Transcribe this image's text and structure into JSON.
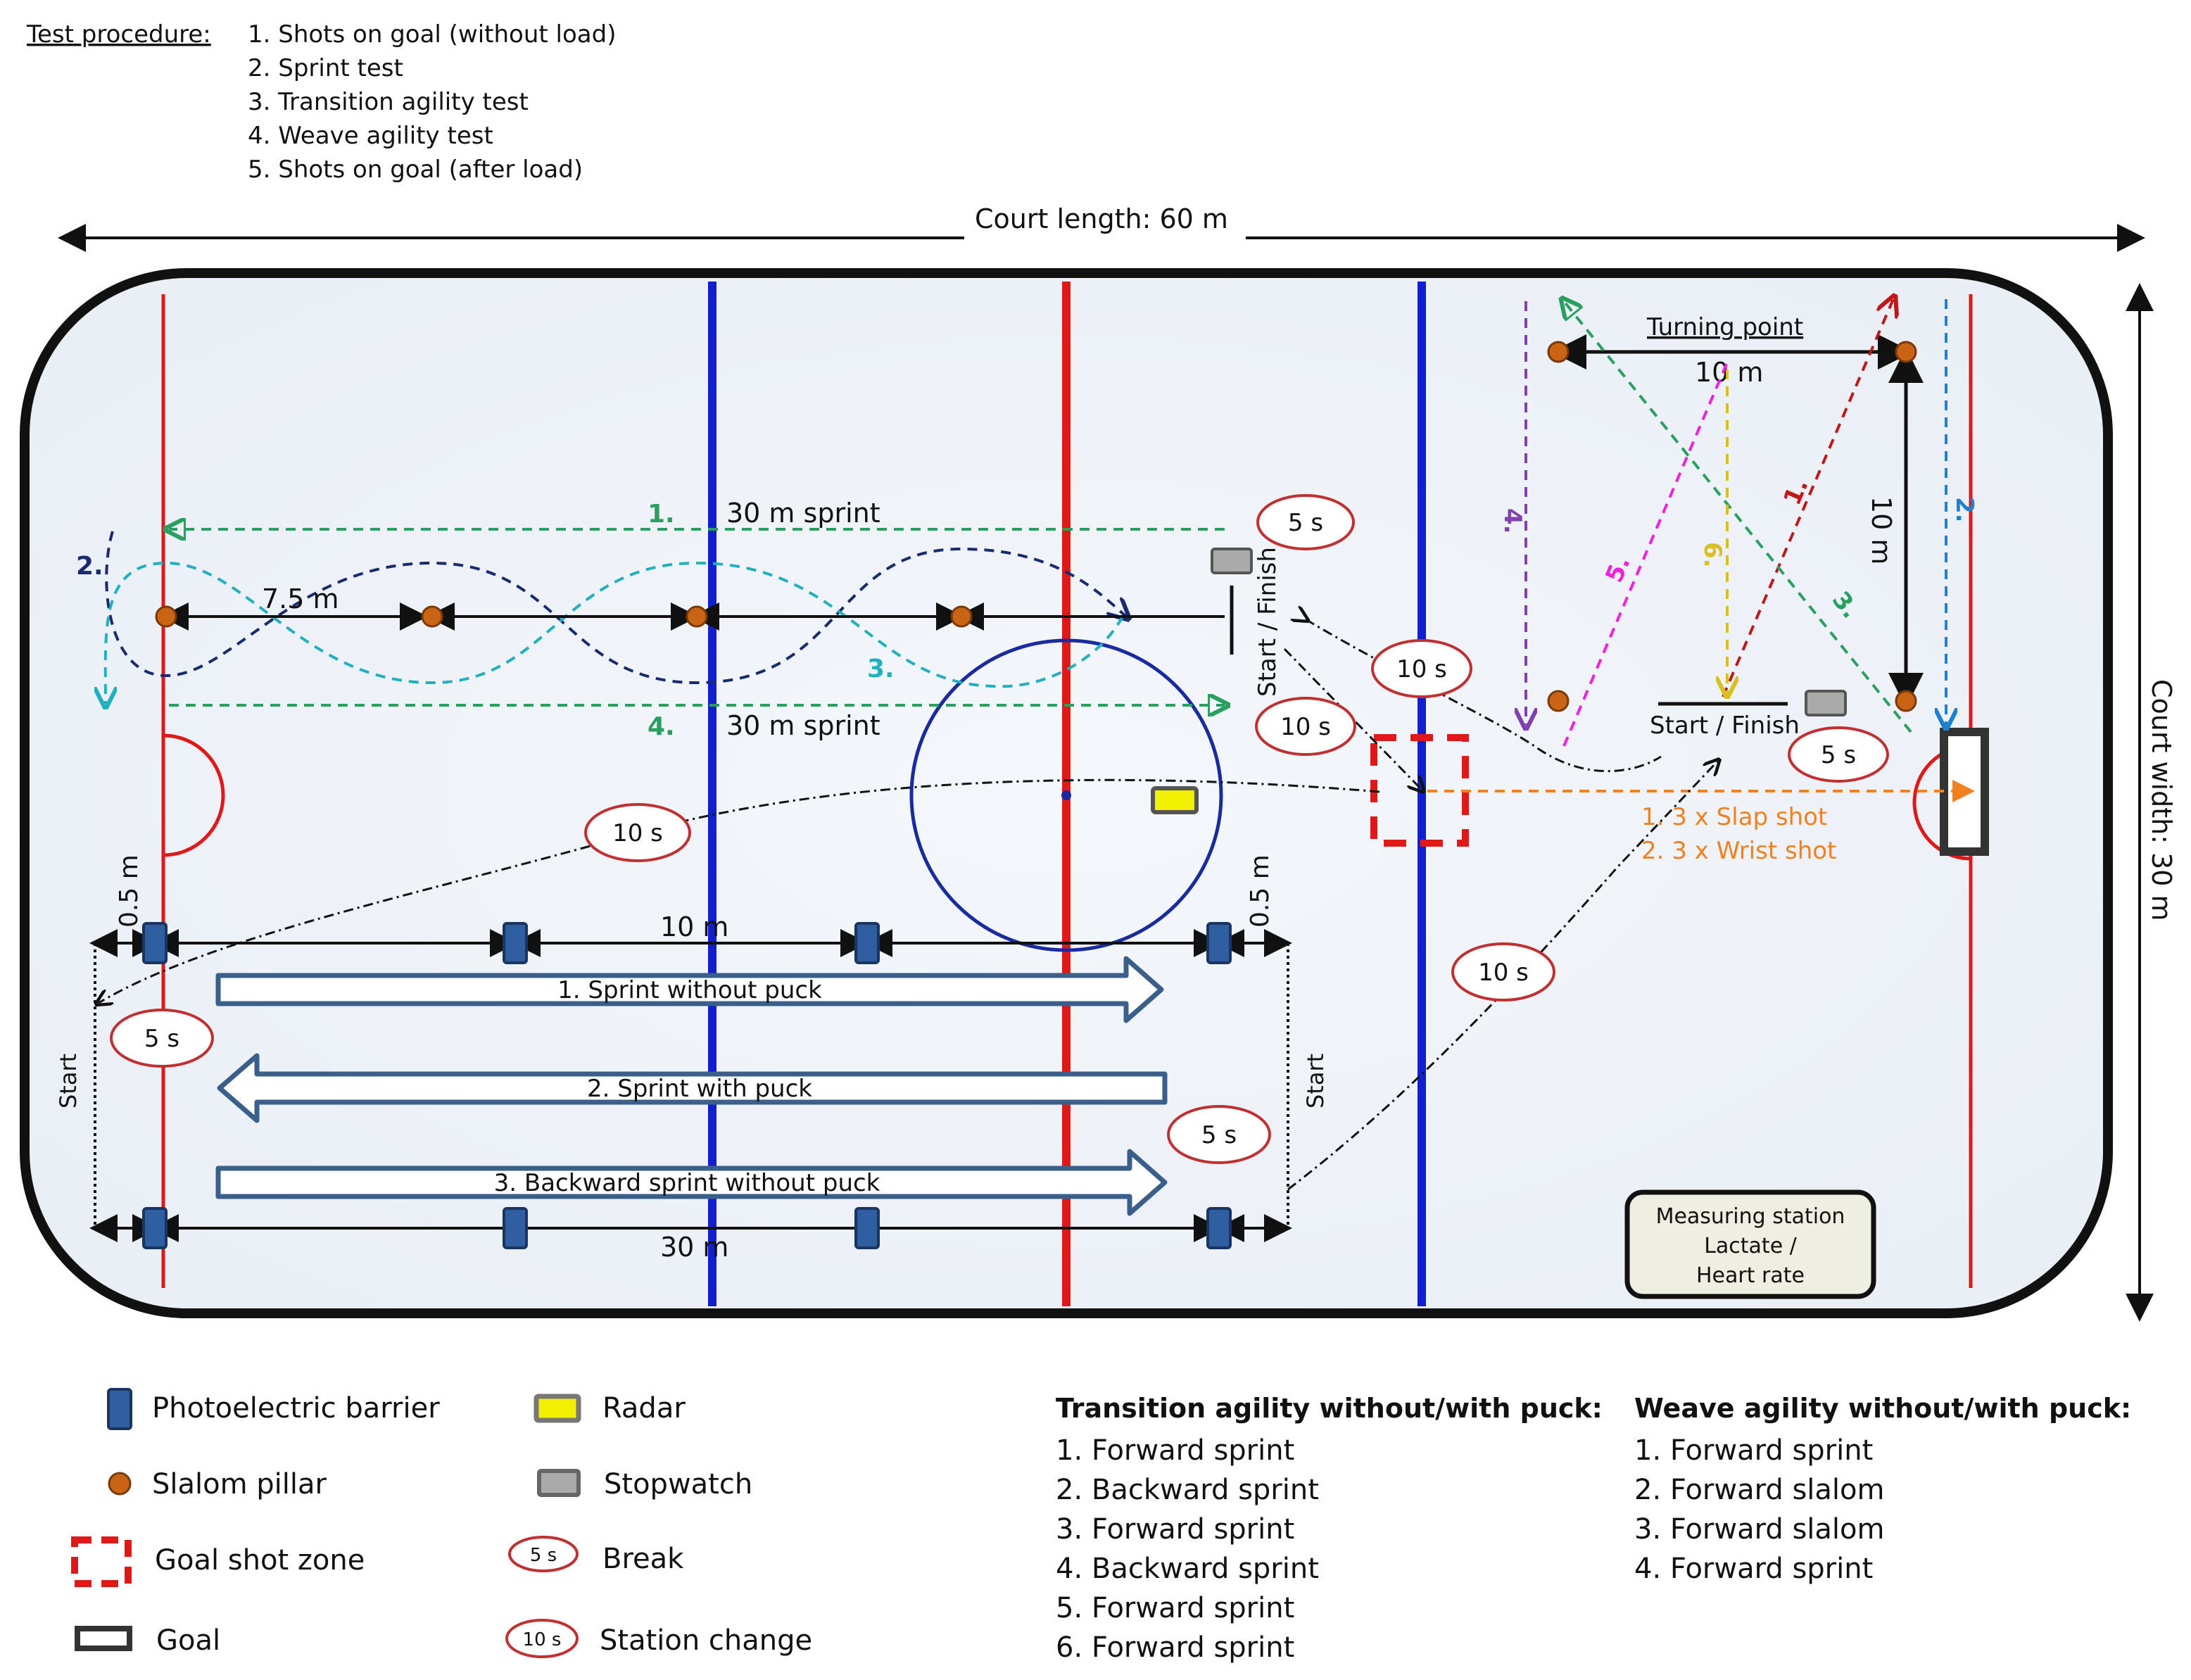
{
  "procedure": {
    "label": "Test procedure:",
    "items": [
      "1.   Shots on goal (without load)",
      "2.   Sprint test",
      "3.   Transition agility test",
      "4.   Weave agility test",
      "5.   Shots on goal (after load)"
    ]
  },
  "court": {
    "length_label": "Court length:  60 m",
    "width_label": "Court width:  30 m"
  },
  "weave": {
    "sprint_top": "30 m sprint",
    "sprint_bottom": "30 m sprint",
    "num1": "1.",
    "num2": "2.",
    "num3": "3.",
    "num4": "4.",
    "spacing": "7.5 m",
    "start_finish": "Start / Finish"
  },
  "transition": {
    "turning_point": "Turning point",
    "width": "10 m",
    "height": "10 m",
    "start_finish": "Start / Finish",
    "n1": "1.",
    "n2": "2.",
    "n3": "3.",
    "n4": "4.",
    "n5": "5.",
    "n6": "6."
  },
  "shots": {
    "line1": "1.  3 x Slap shot",
    "line2": "2.  3 x Wrist shot"
  },
  "sprint": {
    "spacing": "10 m",
    "total": "30 m",
    "offset_left": "0.5 m",
    "offset_right": "0.5 m",
    "start_left": "Start",
    "start_right": "Start",
    "arrow1": "1. Sprint without puck",
    "arrow2": "2. Sprint with puck",
    "arrow3": "3. Backward sprint without puck"
  },
  "timers": {
    "t_weave": "5 s",
    "t_weave_change": "10 s",
    "t_transition_change": "10 s",
    "t_transition": "5 s",
    "t_sprint_change": "10 s",
    "t_shots_change": "10 s",
    "t_sprint_left": "5 s",
    "t_sprint_right": "5 s"
  },
  "measuring_station": {
    "line1": "Measuring station",
    "line2": "Lactate /",
    "line3": "Heart rate"
  },
  "legend": {
    "photo": "Photoelectric barrier",
    "radar": "Radar",
    "pillar": "Slalom pillar",
    "stopwatch": "Stopwatch",
    "zone": "Goal shot zone",
    "break": "Break",
    "break_icon": "5 s",
    "goal": "Goal",
    "station_change": "Station change",
    "station_icon": "10 s"
  },
  "transition_list": {
    "title": "Transition agility without/with puck:",
    "items": [
      "1.   Forward sprint",
      "2.   Backward sprint",
      "3.   Forward sprint",
      "4.   Backward sprint",
      "5.   Forward sprint",
      "6.   Forward sprint"
    ]
  },
  "weave_list": {
    "title": "Weave agility without/with puck:",
    "items": [
      "1.   Forward sprint",
      "2.   Forward slalom",
      "3.   Forward slalom",
      "4.   Forward sprint"
    ]
  },
  "colors": {
    "blue_line": "#1020d0",
    "red_line": "#e01818",
    "barrier": "#2f5fa0",
    "pillar": "#c86414",
    "zone": "#e01818",
    "radar": "#f0f000",
    "orange": "#f08020"
  }
}
